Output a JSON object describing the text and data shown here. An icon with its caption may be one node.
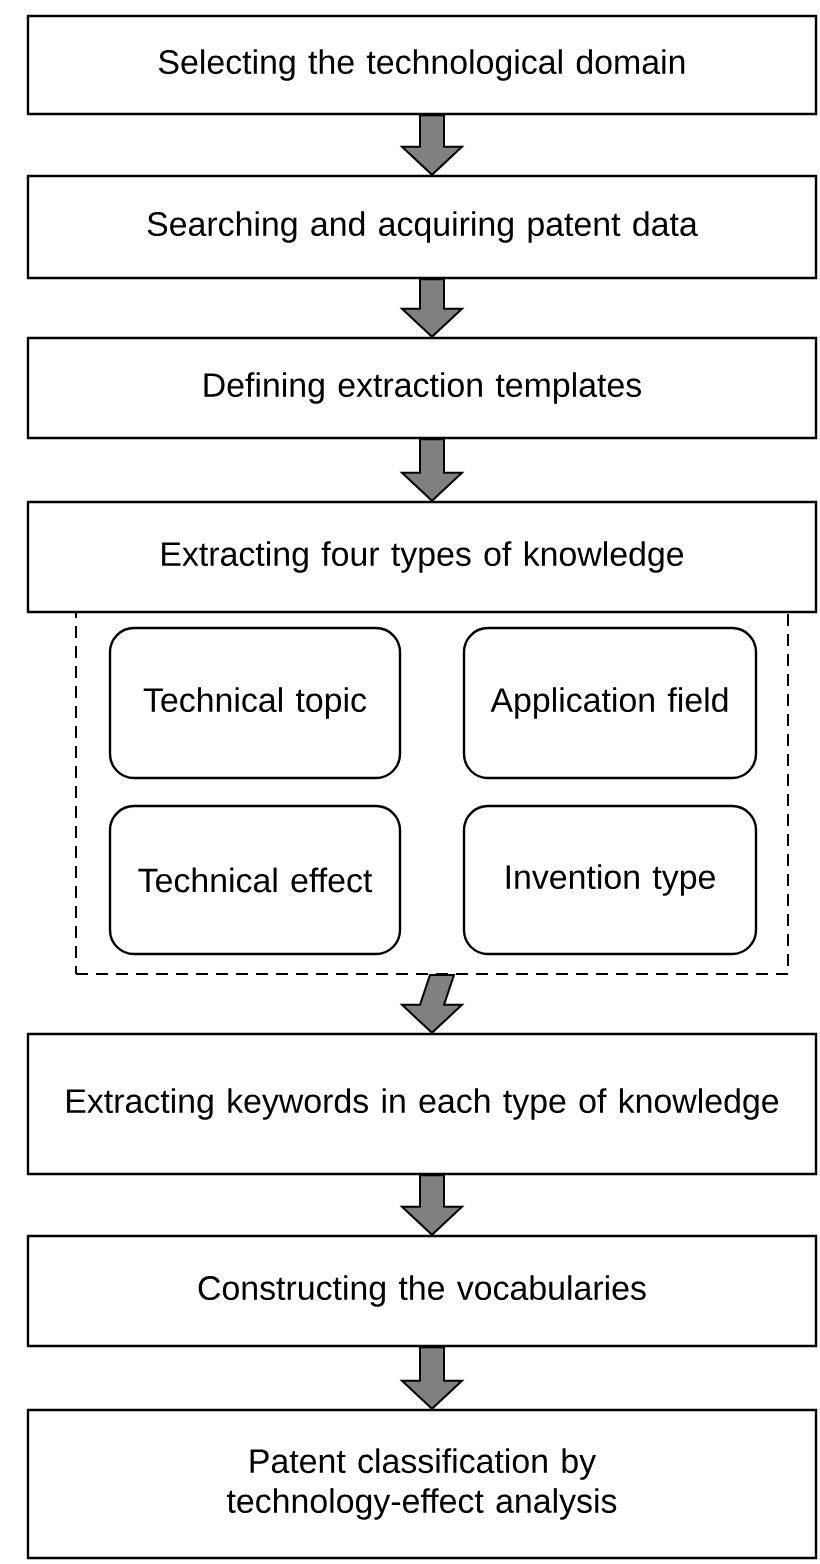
{
  "diagram": {
    "nodes": [
      {
        "text": [
          "Selecting the technological domain"
        ]
      },
      {
        "text": [
          "Searching and acquiring patent data"
        ]
      },
      {
        "text": [
          "Defining extraction templates"
        ]
      },
      {
        "text": [
          "Extracting four types of knowledge"
        ]
      },
      {
        "text": [],
        "shape": "box"
      },
      {
        "text": [
          "Technical topic"
        ],
        "in": 4
      },
      {
        "text": [
          "Application field"
        ],
        "in": 4
      },
      {
        "text": [
          "Technical effect"
        ],
        "in": 4
      },
      {
        "text": [
          "Invention type"
        ],
        "in": 4
      },
      {
        "text": [
          "Extracting keywords in each type of knowledge"
        ]
      },
      {
        "text": [
          "Constructing the vocabularies"
        ]
      },
      {
        "text": [
          "Patent classification by technology-effect analysis"
        ]
      }
    ],
    "edges": [
      {
        "from": 0,
        "to": 1,
        "arrow": "to"
      },
      {
        "from": 1,
        "to": 2,
        "arrow": "to"
      },
      {
        "from": 2,
        "to": 3,
        "arrow": "to"
      },
      {
        "from": 4,
        "to": 9,
        "arrow": "to"
      },
      {
        "from": 9,
        "to": 10,
        "arrow": "to"
      },
      {
        "from": 10,
        "to": 11,
        "arrow": "to"
      }
    ]
  }
}
